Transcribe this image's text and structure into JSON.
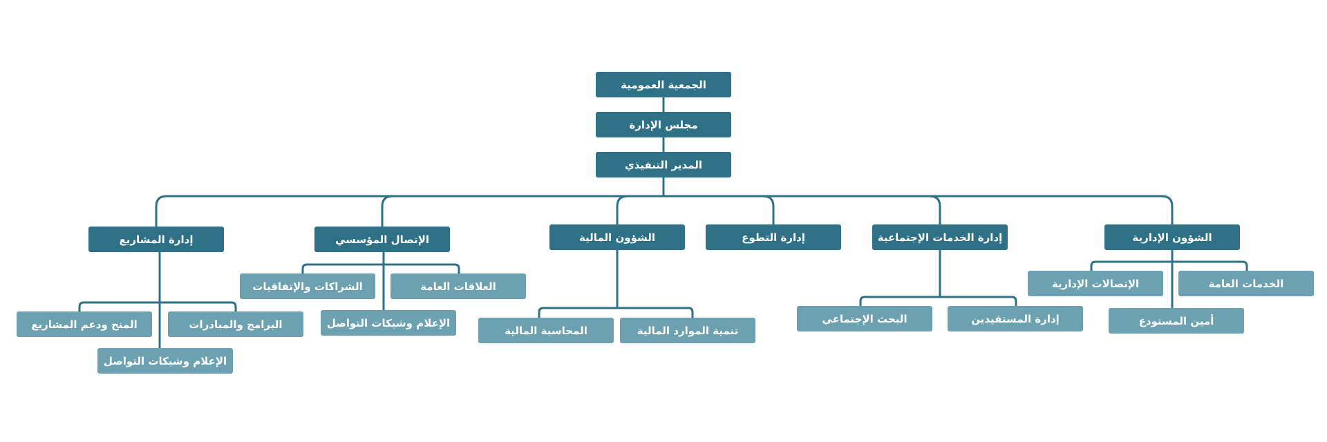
{
  "top": {
    "assembly": "الجمعية العمومية",
    "board": "مجلس الإدارة",
    "executive": "المدير التنفيذي"
  },
  "departments": {
    "projects": {
      "label": "إدارة المشاريع",
      "children": {
        "grants": "المنح ودعم المشاريع",
        "programs": "البرامج والمبادرات",
        "media": "الإعلام وشبكات التواصل"
      }
    },
    "communication": {
      "label": "الإتصال المؤسسي",
      "children": {
        "partnerships": "الشراكات والإتفاقيات",
        "public_relations": "العلاقات العامة",
        "media": "الإعلام وشبكات التواصل"
      }
    },
    "finance": {
      "label": "الشؤون المالية",
      "children": {
        "accounting": "المحاسبة المالية",
        "resources": "تنمية الموارد المالية"
      }
    },
    "volunteering": {
      "label": "إدارة التطوع"
    },
    "social": {
      "label": "إدارة الخدمات الإجتماعية",
      "children": {
        "research": "البحث الإجتماعي",
        "beneficiaries": "إدارة المستفيدين"
      }
    },
    "administration": {
      "label": "الشؤون الإدارية",
      "children": {
        "admin_comm": "الإتصالات الإدارية",
        "general_services": "الخدمات العامة",
        "warehouse": "أمين المستودع"
      }
    }
  },
  "colors": {
    "primary": "#2e7186",
    "secondary": "#6ba1b0",
    "connector": "#2e7186"
  }
}
